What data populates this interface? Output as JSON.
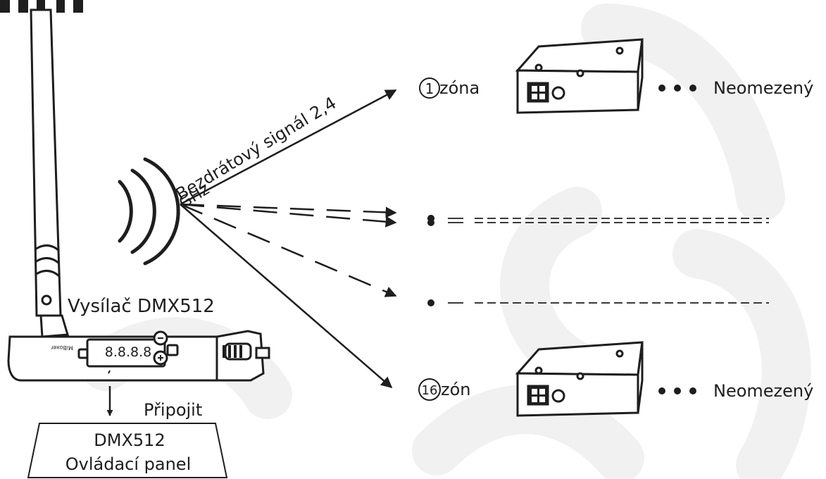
{
  "diagram": {
    "signal_label_line1": "Bezdrátový signál 2,4",
    "signal_label_line2": "GHz",
    "transmitter_label": "Vysílač DMX512",
    "transmitter_display": "8.8.8.8",
    "transmitter_brand": "MiBoxer",
    "connect_label": "Připojit",
    "panel_line1": "DMX512",
    "panel_line2": "Ovládací panel",
    "zone_first": {
      "number": "1",
      "label": "zóna",
      "unlimited": "Neomezený"
    },
    "zone_last": {
      "number": "16",
      "label": "zón",
      "unlimited": "Neomezený"
    },
    "colors": {
      "line": "#1e1e1e",
      "device": "#ffffff",
      "watermark": "#f2f2f2"
    }
  }
}
